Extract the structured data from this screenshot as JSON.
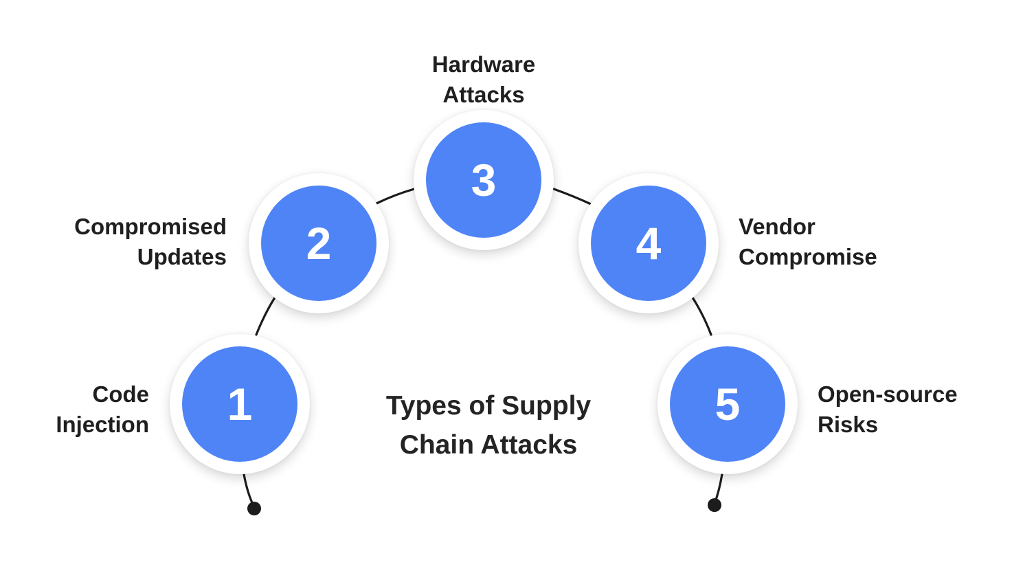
{
  "center_title": [
    "Types of Supply",
    "Chain Attacks"
  ],
  "steps": [
    {
      "number": "1",
      "label": [
        "Code",
        "Injection"
      ]
    },
    {
      "number": "2",
      "label": [
        "Compromised",
        "Updates"
      ]
    },
    {
      "number": "3",
      "label": [
        "Hardware",
        "Attacks"
      ]
    },
    {
      "number": "4",
      "label": [
        "Vendor",
        "Compromise"
      ]
    },
    {
      "number": "5",
      "label": [
        "Open-source",
        "Risks"
      ]
    }
  ],
  "colors": {
    "circle_fill": "#4f84f7",
    "line": "#1c1c1c",
    "text": "#1f1f1f"
  }
}
